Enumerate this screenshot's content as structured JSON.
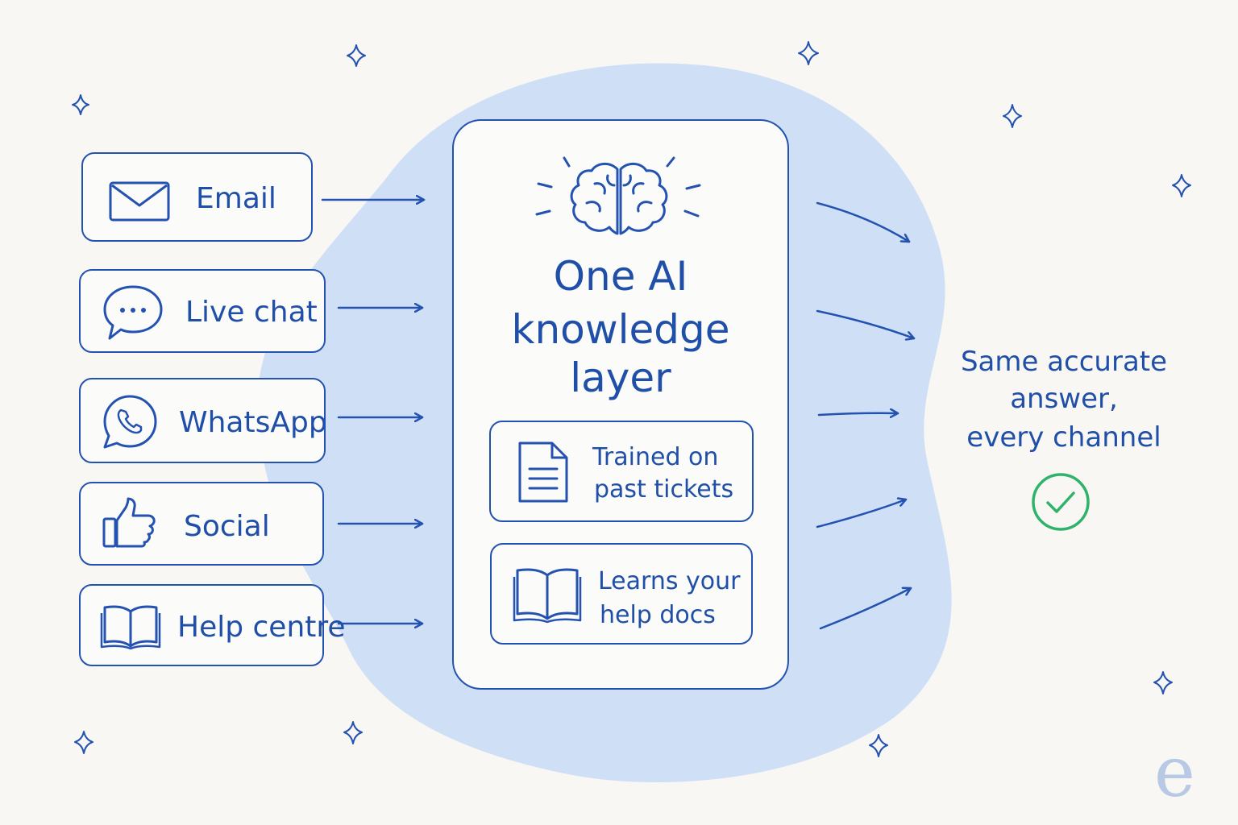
{
  "channels": [
    {
      "label": "Email",
      "icon": "envelope-icon"
    },
    {
      "label": "Live chat",
      "icon": "chat-bubble-icon"
    },
    {
      "label": "WhatsApp",
      "icon": "whatsapp-icon"
    },
    {
      "label": "Social",
      "icon": "thumbs-up-icon"
    },
    {
      "label": "Help centre",
      "icon": "open-book-icon"
    }
  ],
  "center": {
    "title_lines": [
      "One AI",
      "knowledge",
      "layer"
    ],
    "icon": "brain-icon",
    "cards": [
      {
        "lines": [
          "Trained on",
          "past tickets"
        ],
        "icon": "document-icon"
      },
      {
        "lines": [
          "Learns your",
          "help docs"
        ],
        "icon": "open-book-icon"
      }
    ]
  },
  "result": {
    "lines": [
      "Same accurate",
      "answer,",
      "every channel"
    ],
    "icon": "check-circle-icon"
  },
  "logo": {
    "text": "e"
  },
  "colors": {
    "ink": "#1f4fa8",
    "blob": "#cfe0f6",
    "background": "#f8f7f4",
    "check": "#2fb36b"
  }
}
